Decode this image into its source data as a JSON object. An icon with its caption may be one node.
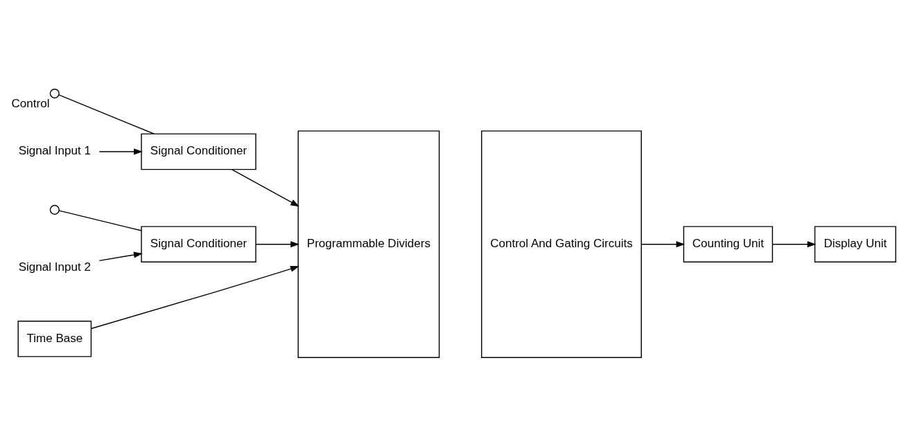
{
  "diagram": {
    "nodes": [
      {
        "text": [],
        "shape": "circle",
        "beside": [
          "Control"
        ]
      },
      {
        "text": [
          "Signal Input 1"
        ]
      },
      {
        "text": [
          "Signal Conditioner"
        ]
      },
      {
        "text": [],
        "shape": "circle"
      },
      {
        "text": [
          "Signal Input 2"
        ]
      },
      {
        "text": [
          "Signal Conditioner"
        ]
      },
      {
        "text": [
          "Time Base"
        ]
      },
      {
        "text": [
          "Programmable Dividers"
        ]
      },
      {
        "text": [
          "Control And Gating Circuits"
        ]
      },
      {
        "text": [
          "Counting Unit"
        ]
      },
      {
        "text": [
          "Display Unit"
        ]
      }
    ],
    "edges": [
      {
        "from": 0,
        "to": 2,
        "arrow": "none"
      },
      {
        "from": 1,
        "to": 2,
        "arrow": "to"
      },
      {
        "from": 2,
        "to": 7,
        "arrow": "to"
      },
      {
        "from": 3,
        "to": 5,
        "arrow": "none"
      },
      {
        "from": 4,
        "to": 5,
        "arrow": "to"
      },
      {
        "from": 5,
        "to": 7,
        "arrow": "to"
      },
      {
        "from": 6,
        "to": 7,
        "arrow": "to"
      },
      {
        "from": 8,
        "to": 9,
        "arrow": "to"
      },
      {
        "from": 9,
        "to": 10,
        "arrow": "to"
      }
    ]
  }
}
